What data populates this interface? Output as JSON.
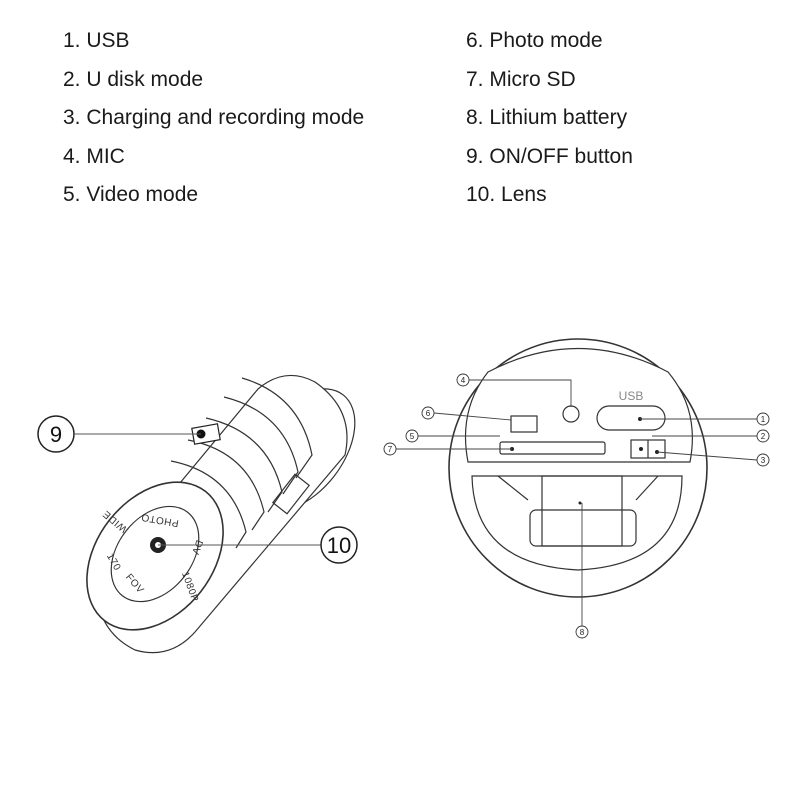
{
  "legend": {
    "left": [
      {
        "num": "1.",
        "label": "USB"
      },
      {
        "num": "2.",
        "label": "U disk mode"
      },
      {
        "num": "3.",
        "label": "Charging and recording mode"
      },
      {
        "num": "4.",
        "label": "MIC"
      },
      {
        "num": "5.",
        "label": "Video mode"
      }
    ],
    "right": [
      {
        "num": "6.",
        "label": "Photo mode"
      },
      {
        "num": "7.",
        "label": "Micro SD"
      },
      {
        "num": "8.",
        "label": "Lithium battery"
      },
      {
        "num": "9.",
        "label": "ON/OFF button"
      },
      {
        "num": "10.",
        "label": "Lens"
      }
    ]
  },
  "camera_side": {
    "callouts": [
      "9",
      "10"
    ],
    "lens_ring_text": [
      "WIDE",
      "PHOTO",
      "DV",
      "1080P",
      "FOV",
      "170"
    ]
  },
  "camera_end": {
    "usb_label": "USB",
    "callouts": [
      "1",
      "2",
      "3",
      "4",
      "5",
      "6",
      "7",
      "8"
    ]
  }
}
